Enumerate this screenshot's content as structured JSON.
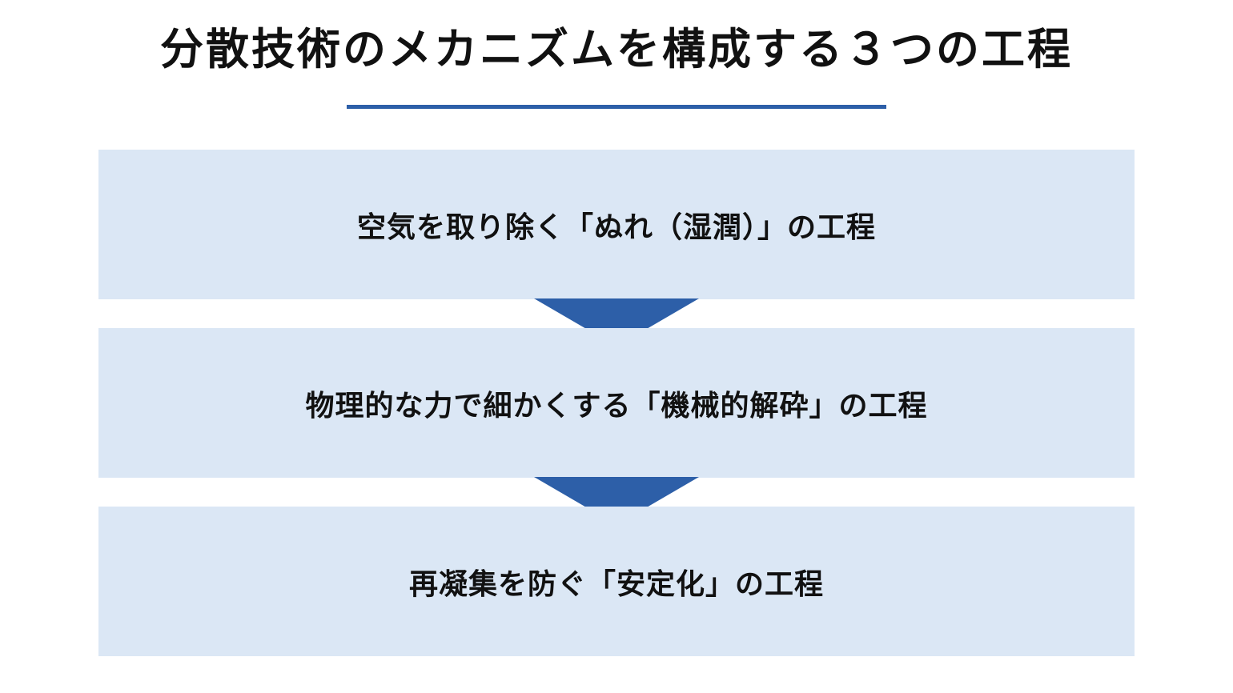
{
  "title": "分散技術のメカニズムを構成する３つの工程",
  "colors": {
    "accent": "#2d5fa8",
    "step_background": "#dbe7f5",
    "text": "#111111"
  },
  "steps": [
    {
      "label": "空気を取り除く「ぬれ（湿潤）」の工程"
    },
    {
      "label": "物理的な力で細かくする「機械的解砕」の工程"
    },
    {
      "label": "再凝集を防ぐ「安定化」の工程"
    }
  ]
}
